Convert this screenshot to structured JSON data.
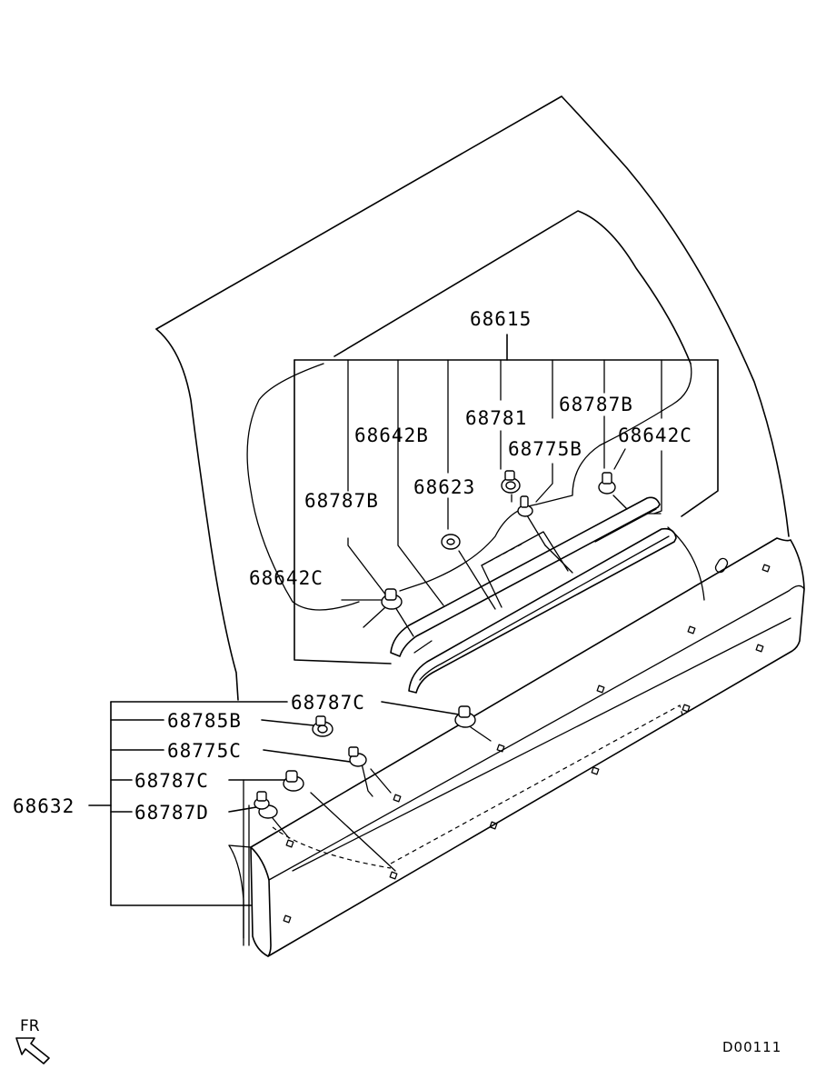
{
  "diagram": {
    "assembly_upper": {
      "code": "68615"
    },
    "assembly_lower": {
      "code": "68632"
    },
    "upper_callouts": {
      "c68781": "68781",
      "c68787b_right": "68787B",
      "c68642c_right": "68642C",
      "c68775b": "68775B",
      "c68642b": "68642B",
      "c68623": "68623",
      "c68787b_left": "68787B",
      "c68642c_left": "68642C"
    },
    "lower_callouts": {
      "c68787c_top": "68787C",
      "c68785b": "68785B",
      "c68775c": "68775C",
      "c68787c_mid": "68787C",
      "c68787d": "68787D"
    },
    "direction_label": "FR",
    "drawing_id": "D00111"
  }
}
